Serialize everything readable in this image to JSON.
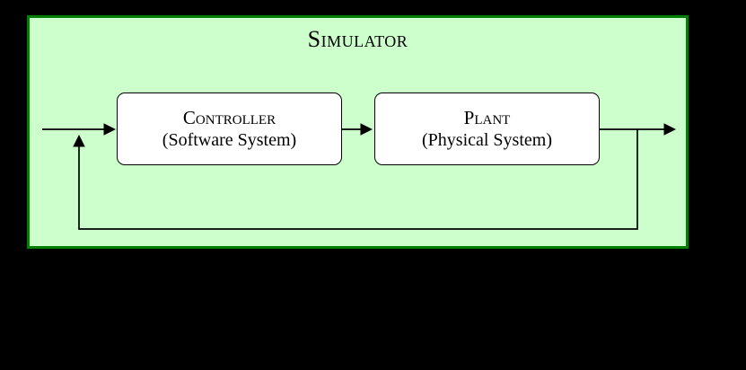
{
  "diagram": {
    "title": "Simulator",
    "controller": {
      "title": "Controller",
      "subtitle": "(Software System)"
    },
    "plant": {
      "title": "Plant",
      "subtitle": "(Physical System)"
    },
    "wires": {
      "input_arrow": "arrow into controller",
      "controller_to_plant_arrow": "arrow from controller to plant",
      "output_arrow": "arrow out of plant",
      "feedback_arrow": "feedback loop from plant output back to input junction"
    },
    "colors": {
      "page_background": "#000000",
      "simulator_fill": "#ccffcc",
      "simulator_border": "#007f00",
      "block_fill": "#ffffff",
      "block_border": "#000000",
      "wire": "#000000"
    }
  }
}
